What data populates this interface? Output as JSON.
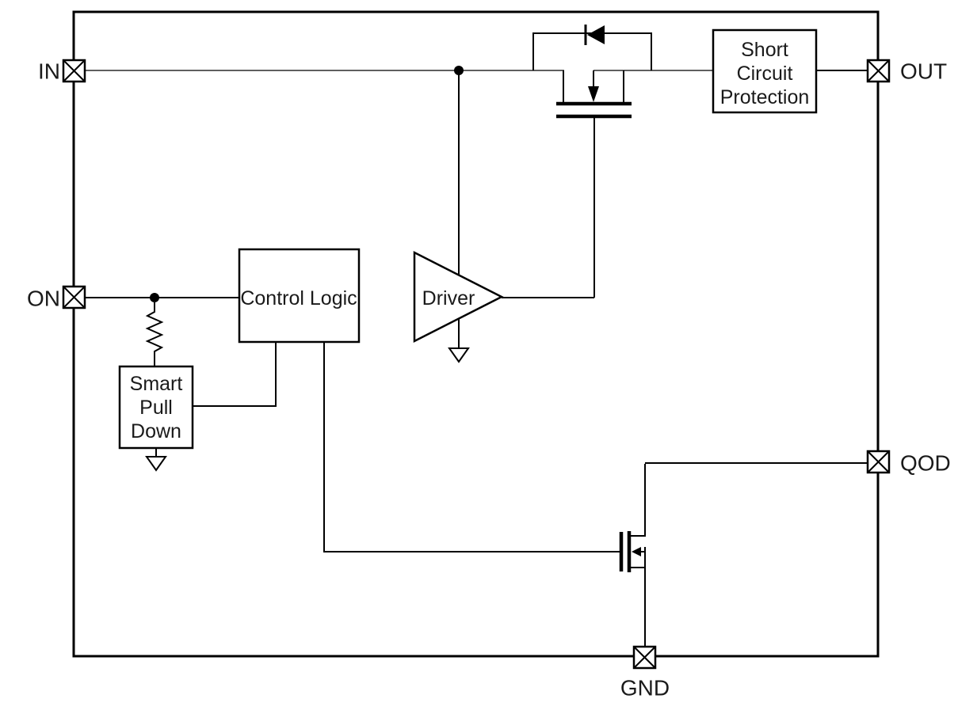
{
  "diagram": {
    "background": "#ffffff",
    "line_color": "#000000",
    "text_color": "#1a1a1a",
    "pins": {
      "in": {
        "label": "IN"
      },
      "out": {
        "label": "OUT"
      },
      "on": {
        "label": "ON"
      },
      "qod": {
        "label": "QOD"
      },
      "gnd": {
        "label": "GND"
      }
    },
    "blocks": {
      "short_circuit_protection": {
        "lines": [
          "Short",
          "Circuit",
          "Protection"
        ]
      },
      "control_logic": {
        "label": "Control Logic"
      },
      "driver": {
        "label": "Driver"
      },
      "smart_pull_down": {
        "lines": [
          "Smart",
          "Pull",
          "Down"
        ]
      }
    },
    "components": {
      "pass_fet": "pmos-pass-transistor",
      "body_diode": "body-diode",
      "qod_fet": "nmos-discharge-transistor",
      "pull_down_resistor": "resistor",
      "ground_symbols": 2,
      "junction_dots": 2
    }
  }
}
